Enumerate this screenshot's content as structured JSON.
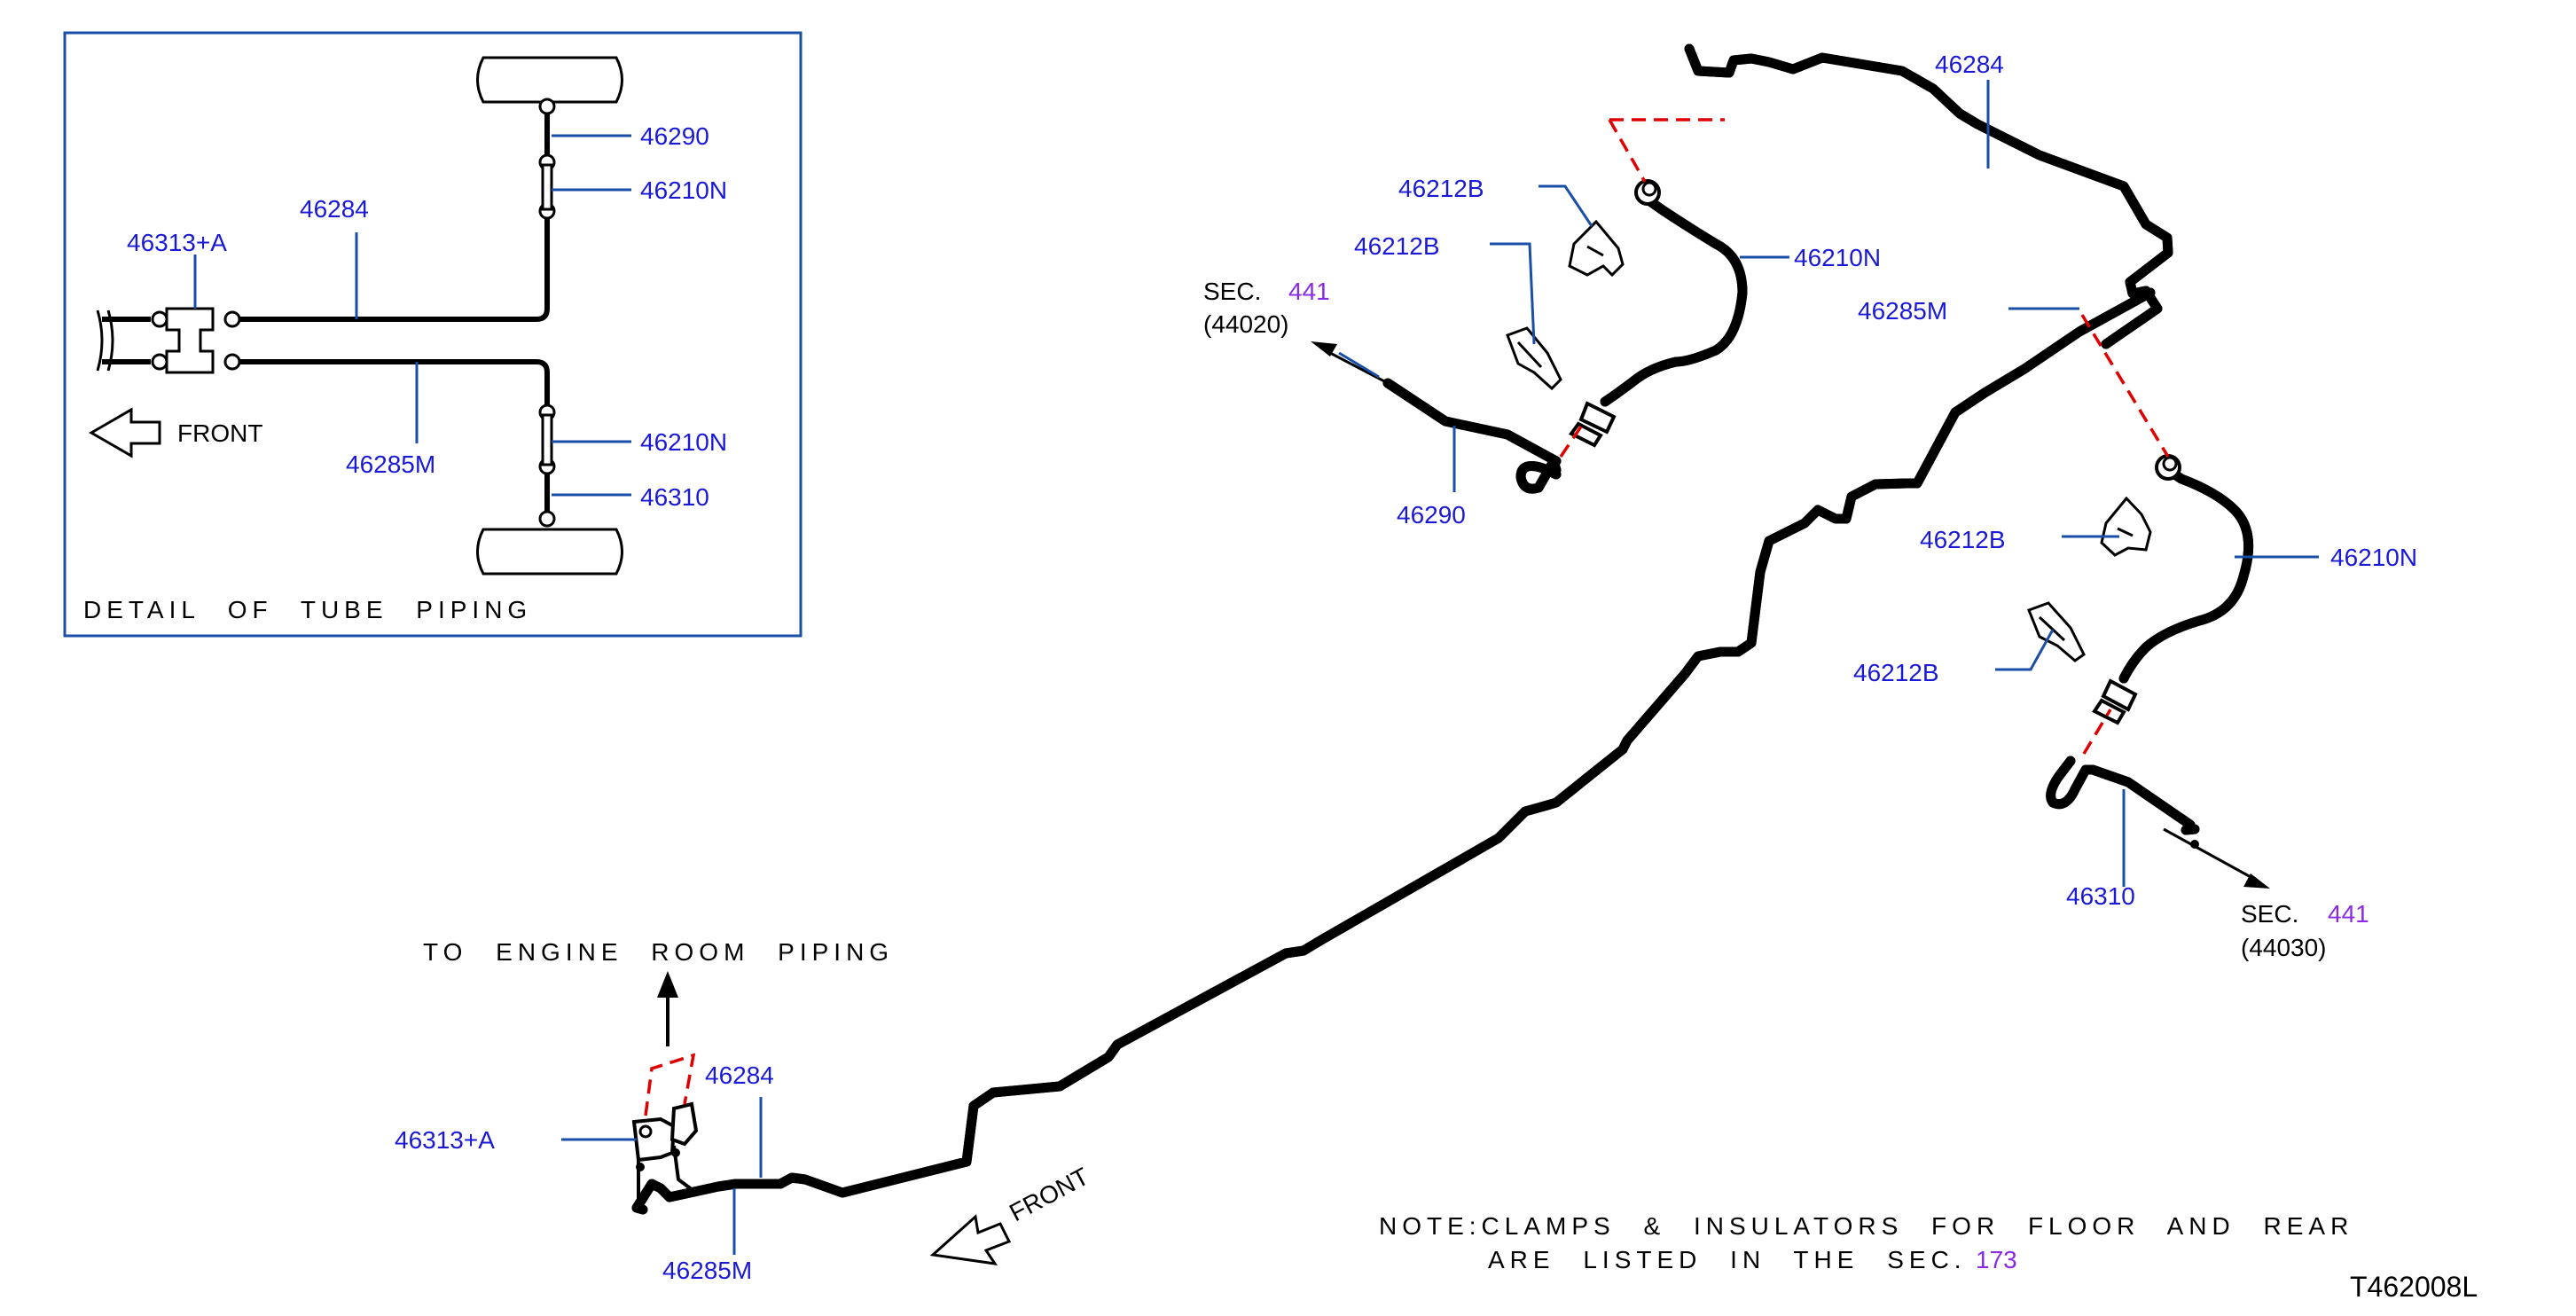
{
  "detail": {
    "caption": "DETAIL OF TUBE PIPING",
    "front": "FRONT",
    "labels": {
      "l46290": "46290",
      "l46210n_top": "46210N",
      "l46284": "46284",
      "l46313a": "46313+A",
      "l46210n_bot": "46210N",
      "l46310": "46310",
      "l46285m": "46285M"
    }
  },
  "main": {
    "l46284_top": "46284",
    "l46212b_1": "46212B",
    "l46212b_2": "46212B",
    "l46210n_1": "46210N",
    "l46285m_right": "46285M",
    "sec_left": "SEC.",
    "sec_left_num": "441",
    "sec_left_code": "(44020)",
    "l46290": "46290",
    "l46212b_3": "46212B",
    "l46210n_2": "46210N",
    "l46212b_4": "46212B",
    "l46310": "46310",
    "sec_right": "SEC.",
    "sec_right_num": "441",
    "sec_right_code": "(44030)",
    "engine_room": "TO ENGINE ROOM PIPING",
    "l46313a": "46313+A",
    "l46284_bottom": "46284",
    "l46285m_bottom": "46285M",
    "front": "FRONT",
    "note_line1": "NOTE:CLAMPS & INSULATORS FOR FLOOR AND REAR",
    "note_line2": "ARE LISTED IN THE SEC.",
    "note_num": "173",
    "diagram_id": "T462008L"
  }
}
